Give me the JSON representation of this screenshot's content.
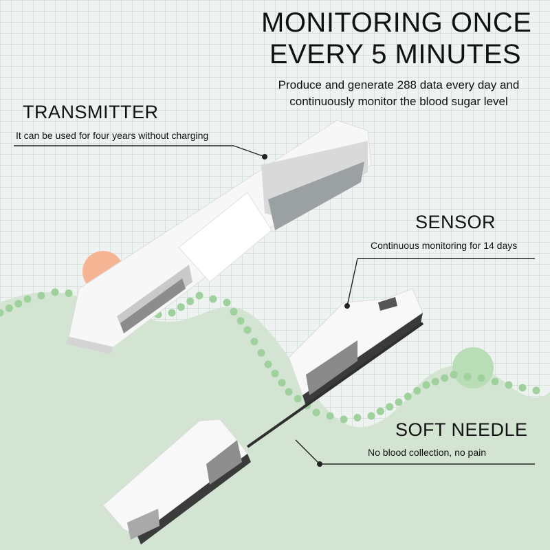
{
  "headline": {
    "line1": "MONITORING ONCE",
    "line2": "EVERY 5 MINUTES"
  },
  "subheadline": {
    "line1": "Produce and generate 288 data every day and",
    "line2": "continuously monitor the blood sugar level"
  },
  "callouts": {
    "transmitter": {
      "title": "TRANSMITTER",
      "description": "It can be used for four years without charging"
    },
    "sensor": {
      "title": "SENSOR",
      "description": "Continuous monitoring for 14 days"
    },
    "needle": {
      "title": "SOFT NEEDLE",
      "description": "No blood collection, no pain"
    }
  },
  "colors": {
    "background": "#eef2f0",
    "wave_fill": "#d3e5d2",
    "dots": "#9fd19d",
    "accent_orange": "#f5b493",
    "accent_green": "#b9ddb6"
  }
}
